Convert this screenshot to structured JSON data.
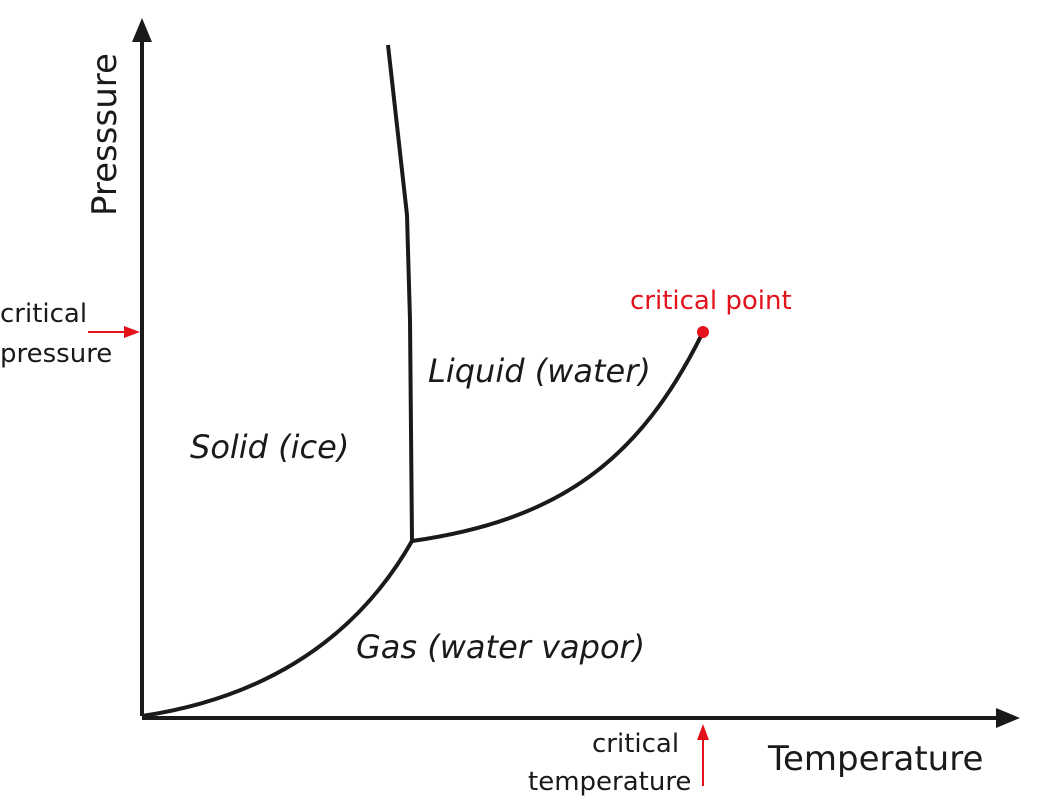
{
  "axes": {
    "y_label": "Presssure",
    "x_label": "Temperature"
  },
  "regions": {
    "solid": "Solid (ice)",
    "liquid": "Liquid (water)",
    "gas": "Gas (water vapor)"
  },
  "annotations": {
    "critical_point": "critical point",
    "critical_pressure_line1": "critical",
    "critical_pressure_line2": "pressure",
    "critical_temperature_line1": "critical",
    "critical_temperature_line2": "temperature"
  },
  "colors": {
    "curve": "#1a1a1a",
    "accent": "#e3121b"
  }
}
